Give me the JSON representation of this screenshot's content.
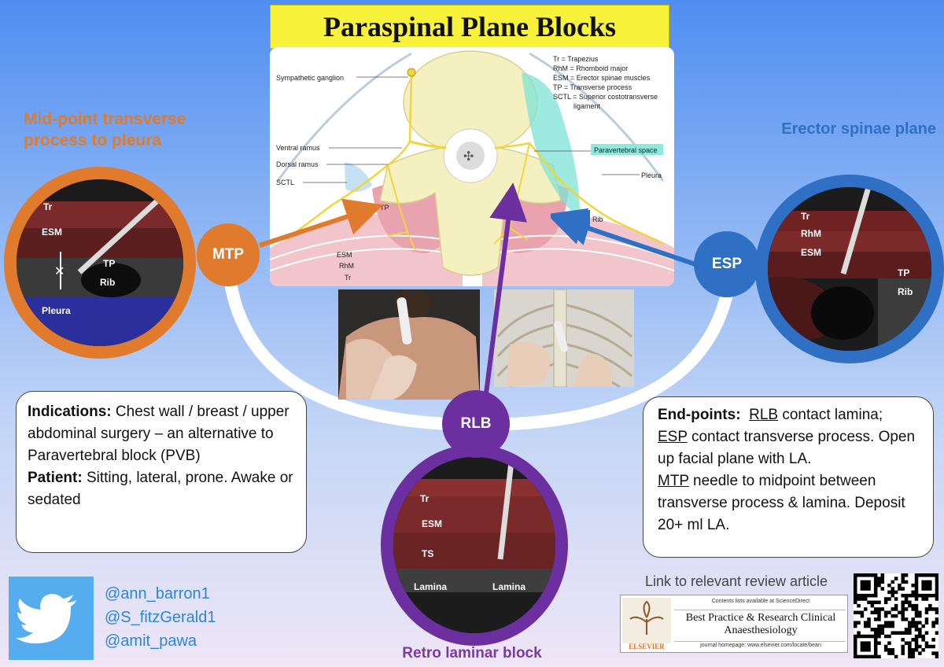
{
  "title": "Paraspinal Plane Blocks",
  "diagram": {
    "labels": {
      "sympathetic_ganglion": "Sympathetic ganglion",
      "ventral_ramus": "Ventral ramus",
      "dorsal_ramus": "Dorsal ramus",
      "sctl": "SCTL",
      "tp": "TP",
      "esm": "ESM",
      "rhm": "RhM",
      "tr": "Tr",
      "rib": "Rib",
      "paravertebral_space": "Paravertebral space",
      "pleura": "Pleura"
    },
    "key": [
      "Tr = Trapezius",
      "RhM = Rhomboid major",
      "ESM = Erector spinae muscles",
      "TP = Transverse process",
      "SCTL = Superior costotransverse",
      "ligament"
    ]
  },
  "mtp": {
    "heading_line1": "Mid-point transverse",
    "heading_line2": "process to pleura",
    "badge": "MTP",
    "us_labels": {
      "tr": "Tr",
      "esm": "ESM",
      "tp": "TP",
      "rib": "Rib",
      "pleura": "Pleura"
    }
  },
  "esp": {
    "heading": "Erector spinae plane",
    "badge": "ESP",
    "us_labels": {
      "tr": "Tr",
      "rhm": "RhM",
      "esm": "ESM",
      "tp": "TP",
      "rib": "Rib"
    }
  },
  "rlb": {
    "heading": "Retro laminar block",
    "badge": "RLB",
    "us_labels": {
      "tr": "Tr",
      "esm": "ESM",
      "ts": "TS",
      "lamina_left": "Lamina",
      "lamina_right": "Lamina"
    }
  },
  "indications_box": {
    "indications_label": "Indications:",
    "indications_text": " Chest wall / breast / upper abdominal surgery – an alternative to Paravertebral block (PVB)",
    "patient_label": "Patient:",
    "patient_text": " Sitting, lateral, prone. Awake or sedated"
  },
  "endpoints_box": {
    "label": "End-points:",
    "rlb": "RLB",
    "rlb_text": " contact lamina;",
    "esp": "ESP",
    "esp_text": " contact transverse process. Open up facial plane with LA.",
    "mtp": "MTP",
    "mtp_text": " needle to midpoint between transverse process & lamina. Deposit 20+ ml LA."
  },
  "twitter": {
    "handles": [
      "@ann_barron1",
      "@S_fitzGerald1",
      "@amit_pawa"
    ]
  },
  "article": {
    "link_label": "Link to relevant review article",
    "contents_line": "Contents lists available at ScienceDirect",
    "journal_line1": "Best Practice & Research Clinical",
    "journal_line2": "Anaesthesiology",
    "homepage_line": "journal homepage: www.elsevier.com/locate/bean",
    "publisher": "ELSEVIER"
  },
  "colors": {
    "mtp": "#e07a2c",
    "esp": "#2f6fc4",
    "rlb": "#6c2fa0",
    "title_bg": "#f8f23a",
    "twitter": "#55acee"
  },
  "icons": [
    "twitter-bird-icon",
    "qr-code-icon",
    "elsevier-tree-icon"
  ]
}
